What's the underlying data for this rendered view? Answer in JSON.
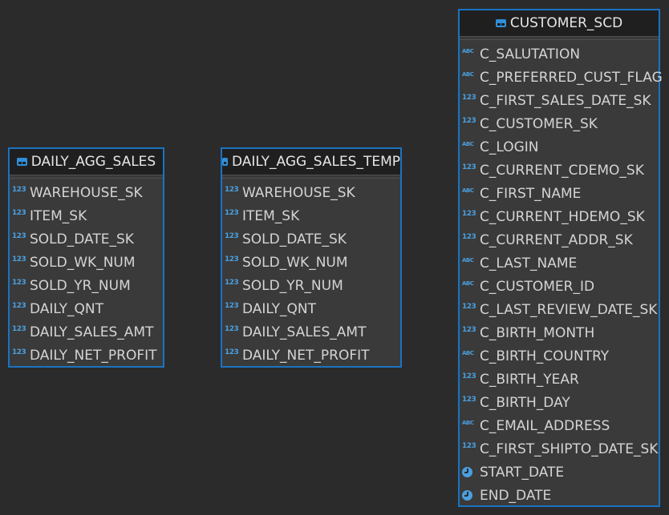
{
  "colors": {
    "border": "#1a73c1",
    "icon": "#4a9fe0",
    "background": "#2b2b2b"
  },
  "tables": [
    {
      "name": "DAILY_AGG_SALES",
      "columns": [
        {
          "name": "WAREHOUSE_SK",
          "type": "number",
          "type_label": "123"
        },
        {
          "name": "ITEM_SK",
          "type": "number",
          "type_label": "123"
        },
        {
          "name": "SOLD_DATE_SK",
          "type": "number",
          "type_label": "123"
        },
        {
          "name": "SOLD_WK_NUM",
          "type": "number",
          "type_label": "123"
        },
        {
          "name": "SOLD_YR_NUM",
          "type": "number",
          "type_label": "123"
        },
        {
          "name": "DAILY_QNT",
          "type": "number",
          "type_label": "123"
        },
        {
          "name": "DAILY_SALES_AMT",
          "type": "number",
          "type_label": "123"
        },
        {
          "name": "DAILY_NET_PROFIT",
          "type": "number",
          "type_label": "123"
        }
      ]
    },
    {
      "name": "DAILY_AGG_SALES_TEMP",
      "columns": [
        {
          "name": "WAREHOUSE_SK",
          "type": "number",
          "type_label": "123"
        },
        {
          "name": "ITEM_SK",
          "type": "number",
          "type_label": "123"
        },
        {
          "name": "SOLD_DATE_SK",
          "type": "number",
          "type_label": "123"
        },
        {
          "name": "SOLD_WK_NUM",
          "type": "number",
          "type_label": "123"
        },
        {
          "name": "SOLD_YR_NUM",
          "type": "number",
          "type_label": "123"
        },
        {
          "name": "DAILY_QNT",
          "type": "number",
          "type_label": "123"
        },
        {
          "name": "DAILY_SALES_AMT",
          "type": "number",
          "type_label": "123"
        },
        {
          "name": "DAILY_NET_PROFIT",
          "type": "number",
          "type_label": "123"
        }
      ]
    },
    {
      "name": "CUSTOMER_SCD",
      "columns": [
        {
          "name": "C_SALUTATION",
          "type": "string",
          "type_label": "ABC"
        },
        {
          "name": "C_PREFERRED_CUST_FLAG",
          "type": "string",
          "type_label": "ABC"
        },
        {
          "name": "C_FIRST_SALES_DATE_SK",
          "type": "number",
          "type_label": "123"
        },
        {
          "name": "C_CUSTOMER_SK",
          "type": "number",
          "type_label": "123"
        },
        {
          "name": "C_LOGIN",
          "type": "string",
          "type_label": "ABC"
        },
        {
          "name": "C_CURRENT_CDEMO_SK",
          "type": "number",
          "type_label": "123"
        },
        {
          "name": "C_FIRST_NAME",
          "type": "string",
          "type_label": "ABC"
        },
        {
          "name": "C_CURRENT_HDEMO_SK",
          "type": "number",
          "type_label": "123"
        },
        {
          "name": "C_CURRENT_ADDR_SK",
          "type": "number",
          "type_label": "123"
        },
        {
          "name": "C_LAST_NAME",
          "type": "string",
          "type_label": "ABC"
        },
        {
          "name": "C_CUSTOMER_ID",
          "type": "string",
          "type_label": "ABC"
        },
        {
          "name": "C_LAST_REVIEW_DATE_SK",
          "type": "number",
          "type_label": "123"
        },
        {
          "name": "C_BIRTH_MONTH",
          "type": "number",
          "type_label": "123"
        },
        {
          "name": "C_BIRTH_COUNTRY",
          "type": "string",
          "type_label": "ABC"
        },
        {
          "name": "C_BIRTH_YEAR",
          "type": "number",
          "type_label": "123"
        },
        {
          "name": "C_BIRTH_DAY",
          "type": "number",
          "type_label": "123"
        },
        {
          "name": "C_EMAIL_ADDRESS",
          "type": "string",
          "type_label": "ABC"
        },
        {
          "name": "C_FIRST_SHIPTO_DATE_SK",
          "type": "number",
          "type_label": "123"
        },
        {
          "name": "START_DATE",
          "type": "date",
          "type_label": ""
        },
        {
          "name": "END_DATE",
          "type": "date",
          "type_label": ""
        }
      ]
    }
  ]
}
